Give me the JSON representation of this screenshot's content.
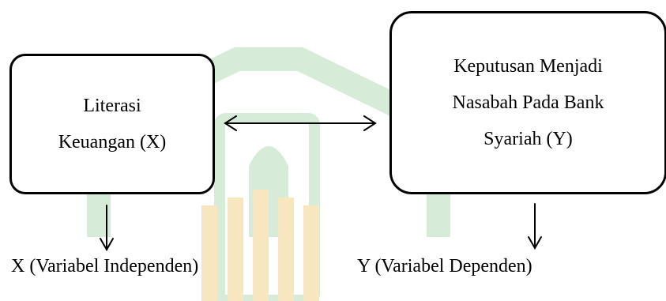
{
  "colors": {
    "border": "#000000",
    "text": "#000000",
    "watermark_green": "#d6ecd8",
    "watermark_gold": "#f8e6bf"
  },
  "nodes": {
    "x": {
      "lines": [
        "Literasi",
        "Keuangan (X)"
      ]
    },
    "y": {
      "lines": [
        "Keputusan Menjadi",
        "Nasabah Pada Bank",
        "Syariah (Y)"
      ]
    }
  },
  "labels": {
    "x": "X (Variabel Independen)",
    "y": "Y (Variabel Dependen)"
  },
  "edges": [
    {
      "from": "x",
      "to": "y",
      "style": "double-headed arrow"
    },
    {
      "from": "x",
      "to": "label-x",
      "style": "arrow"
    },
    {
      "from": "y",
      "to": "label-y",
      "style": "arrow"
    }
  ],
  "watermark": {
    "type": "university logo (faint)"
  }
}
